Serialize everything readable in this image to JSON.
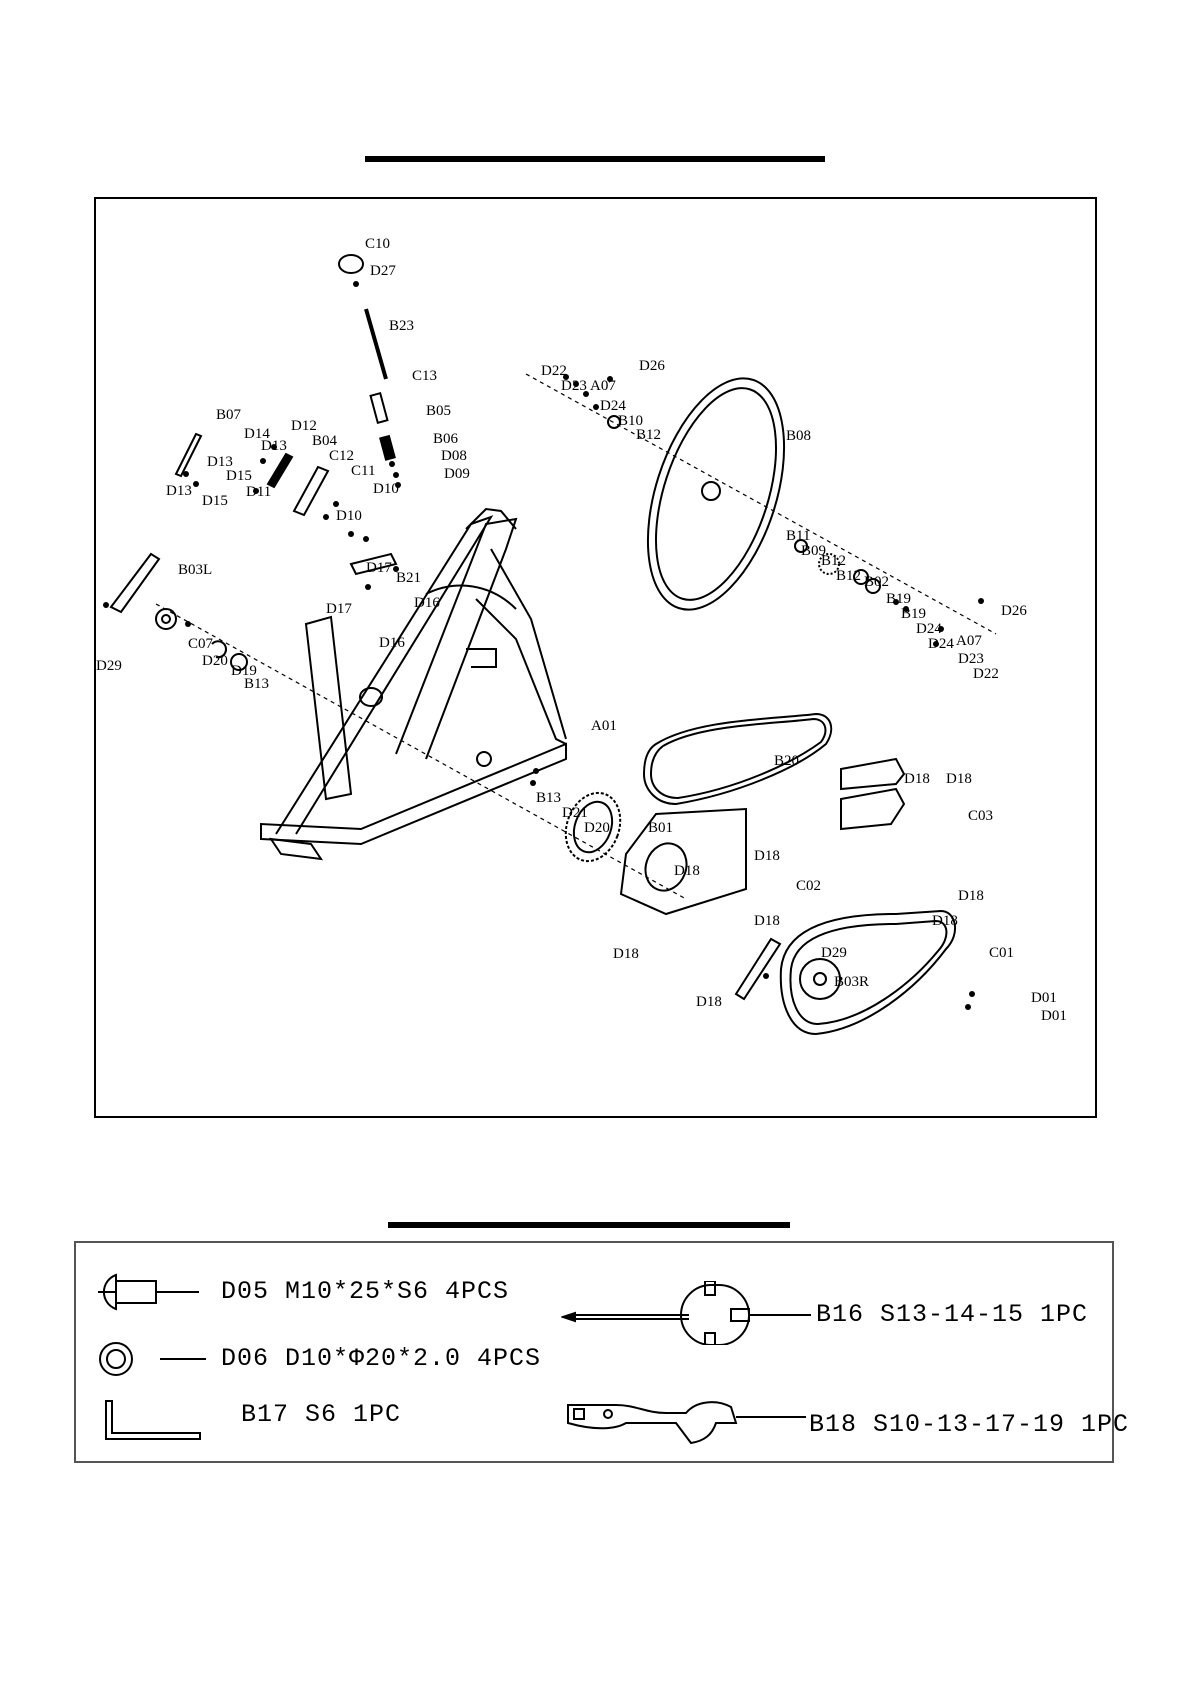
{
  "diagram": {
    "part_labels": {
      "C10": "C10",
      "D27": "D27",
      "B23": "B23",
      "C13": "C13",
      "B05": "B05",
      "B06": "B06",
      "D08": "D08",
      "D09": "D09",
      "B07": "B07",
      "D12": "D12",
      "D14": "D14",
      "D13a": "D13",
      "B04": "B04",
      "C12": "C12",
      "C11": "C11",
      "D10a": "D10",
      "D10b": "D10",
      "D13b": "D13",
      "D15a": "D15",
      "D13c": "D13",
      "D15b": "D15",
      "D11": "D11",
      "D22a": "D22",
      "D23a": "D23",
      "A07a": "A07",
      "D26a": "D26",
      "D24a": "D24",
      "B10": "B10",
      "B12a": "B12",
      "B08": "B08",
      "B11": "B11",
      "B09": "B09",
      "B12b": "B12",
      "B12c": "B12",
      "B02": "B02",
      "B19a": "B19",
      "B19b": "B19",
      "D24b": "D24",
      "D24c": "D24",
      "A07b": "A07",
      "D26b": "D26",
      "D23b": "D23",
      "D22b": "D22",
      "B03L": "B03L",
      "D17a": "D17",
      "B21": "B21",
      "D17b": "D17",
      "D16a": "D16",
      "D16b": "D16",
      "C07": "C07",
      "D29a": "D29",
      "D20a": "D20",
      "D19": "D19",
      "B13a": "B13",
      "A01": "A01",
      "B20": "B20",
      "D18a": "D18",
      "D18b": "D18",
      "C03": "C03",
      "B13b": "B13",
      "D21": "D21",
      "D20b": "D20",
      "B01": "B01",
      "D18c": "D18",
      "D18d": "D18",
      "C02": "C02",
      "D18e": "D18",
      "D18f": "D18",
      "D18g": "D18",
      "D18h": "D18",
      "D18i": "D18",
      "D29b": "D29",
      "C01": "C01",
      "B03R": "B03R",
      "D01a": "D01",
      "D01b": "D01"
    }
  },
  "hardware": {
    "d05": "D05 M10*25*S6 4PCS",
    "d06": "D06 D10*Φ20*2.0 4PCS",
    "b17": "B17 S6 1PC",
    "b16": "B16 S13-14-15 1PC",
    "b18": "B18 S10-13-17-19 1PC"
  }
}
